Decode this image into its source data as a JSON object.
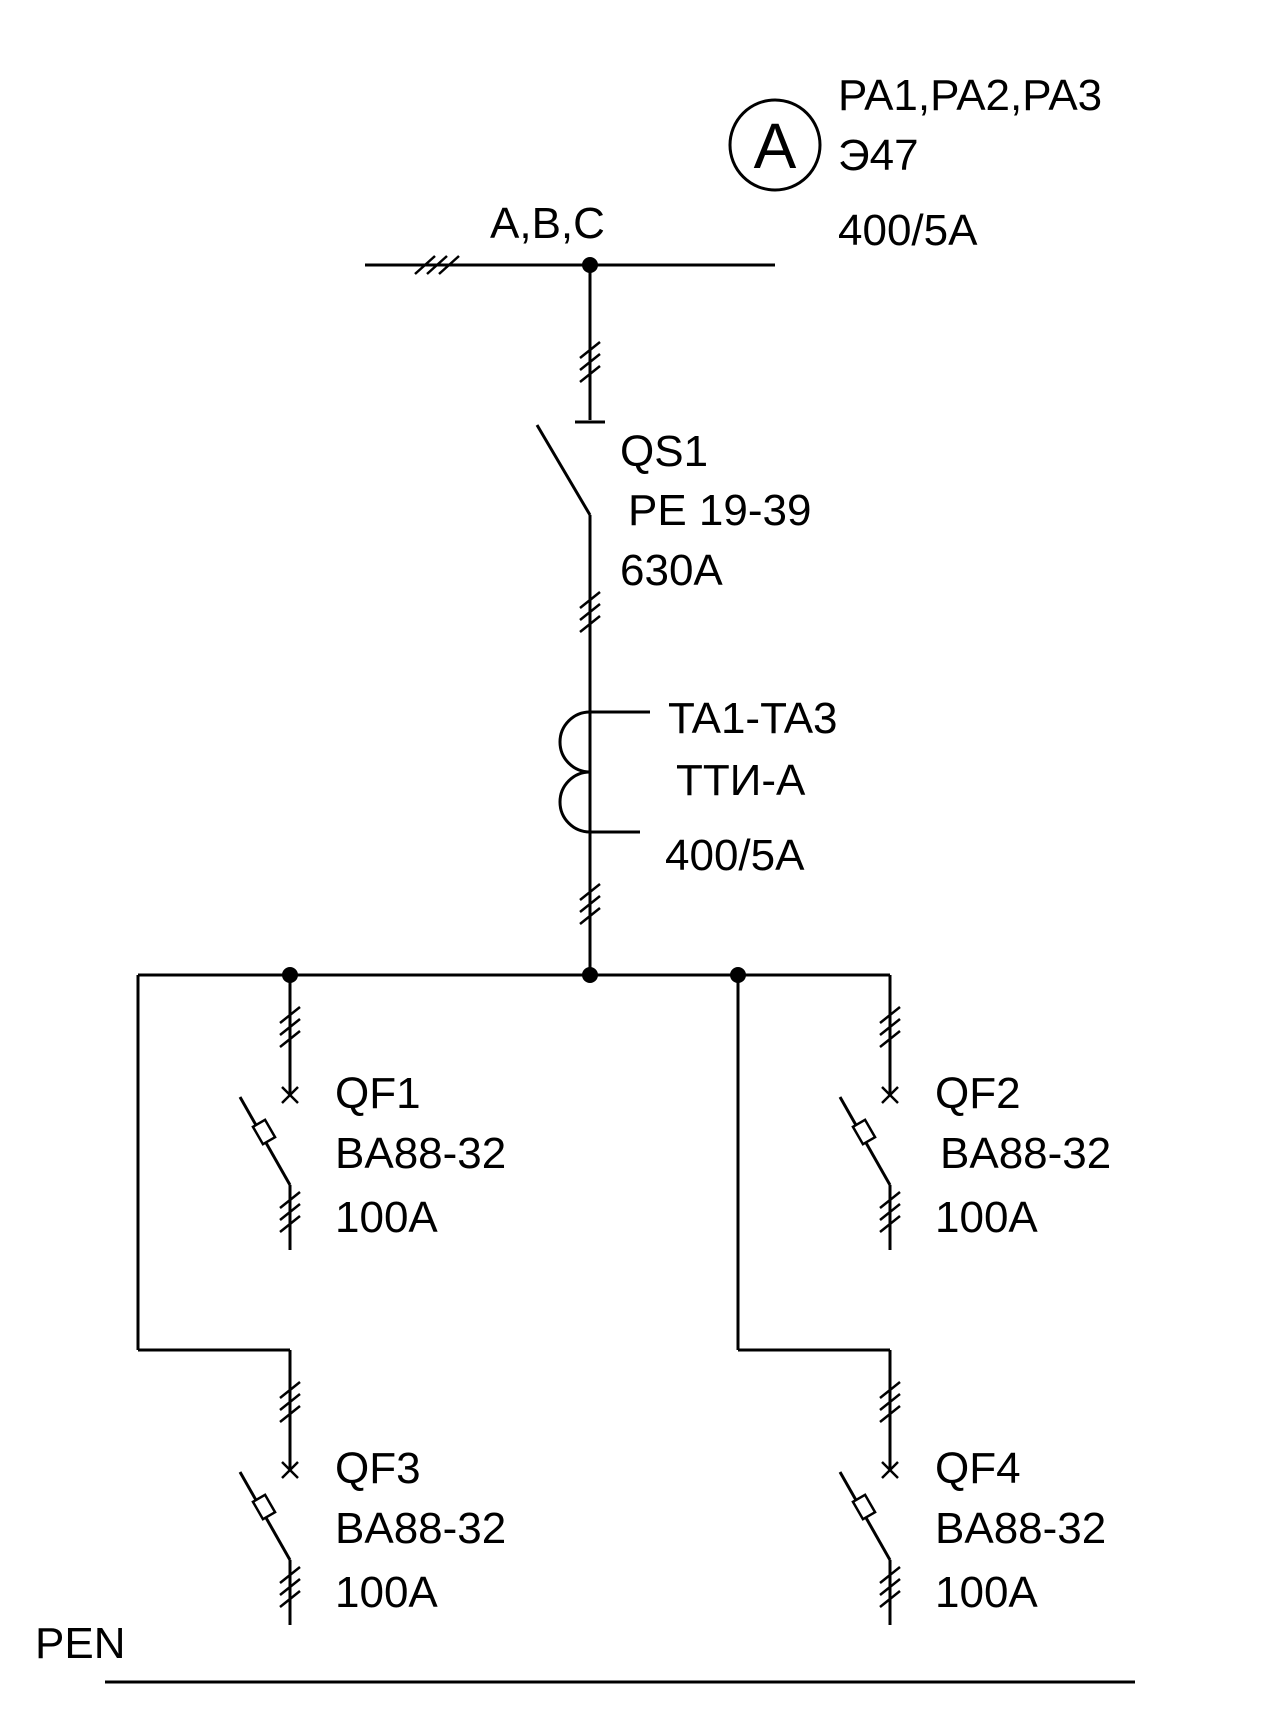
{
  "meter": {
    "symbol": "A",
    "label_1": "PA1,PA2,PA3",
    "label_2": "Э47",
    "label_3": "400/5A"
  },
  "bus": {
    "phases": "A,B,C"
  },
  "switch_qs1": {
    "name": "QS1",
    "type": "PE 19-39",
    "rating": "630A"
  },
  "transformer": {
    "name": "TA1-TA3",
    "type": "ТТИ-А",
    "ratio": "400/5A"
  },
  "breakers": [
    {
      "name": "QF1",
      "type": "BA88-32",
      "rating": "100A"
    },
    {
      "name": "QF2",
      "type": "BA88-32",
      "rating": "100A"
    },
    {
      "name": "QF3",
      "type": "BA88-32",
      "rating": "100A"
    },
    {
      "name": "QF4",
      "type": "BA88-32",
      "rating": "100A"
    }
  ],
  "pen": {
    "label": "PEN"
  }
}
